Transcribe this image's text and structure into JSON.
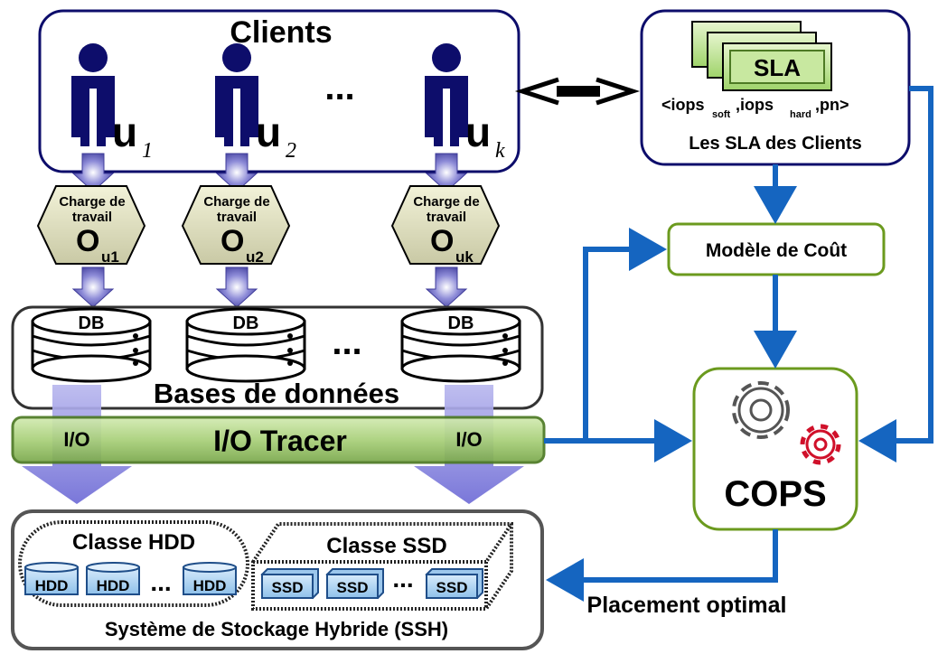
{
  "clients": {
    "title": "Clients",
    "users": [
      {
        "base": "u",
        "sub": "1"
      },
      {
        "base": "u",
        "sub": "2"
      },
      {
        "base": "u",
        "sub": "k"
      }
    ],
    "ellipsis": "..."
  },
  "workloads": [
    {
      "label1": "Charge de",
      "label2": "travail",
      "base": "O",
      "sub": "u1"
    },
    {
      "label1": "Charge de",
      "label2": "travail",
      "base": "O",
      "sub": "u2"
    },
    {
      "label1": "Charge de",
      "label2": "travail",
      "base": "O",
      "sub": "uk"
    }
  ],
  "databases": {
    "title": "Bases de données",
    "db_label": "DB",
    "ellipsis": "..."
  },
  "tracer": {
    "title": "I/O Tracer",
    "io_label": "I/O"
  },
  "storage": {
    "title": "Système de Stockage Hybride (SSH)",
    "hdd_class": "Classe HDD",
    "ssd_class": "Classe SSD",
    "hdd_label": "HDD",
    "ssd_label": "SSD",
    "ellipsis": "..."
  },
  "sla": {
    "doc_label": "SLA",
    "params": {
      "p1": "<iops",
      "s1": "soft",
      "p2": ",iops",
      "s2": "hard",
      "p3": ",pn>"
    },
    "caption": "Les SLA des Clients"
  },
  "cost_model": {
    "title": "Modèle de Coût"
  },
  "cops": {
    "title": "COPS"
  },
  "placement": {
    "label": "Placement optimal"
  },
  "colors": {
    "navy": "#0d0d6b",
    "blue_arrow": "#1565c0",
    "green_border": "#6b9a1e",
    "tracer_green": "#a9d07a",
    "gear_red": "#d0102a"
  }
}
